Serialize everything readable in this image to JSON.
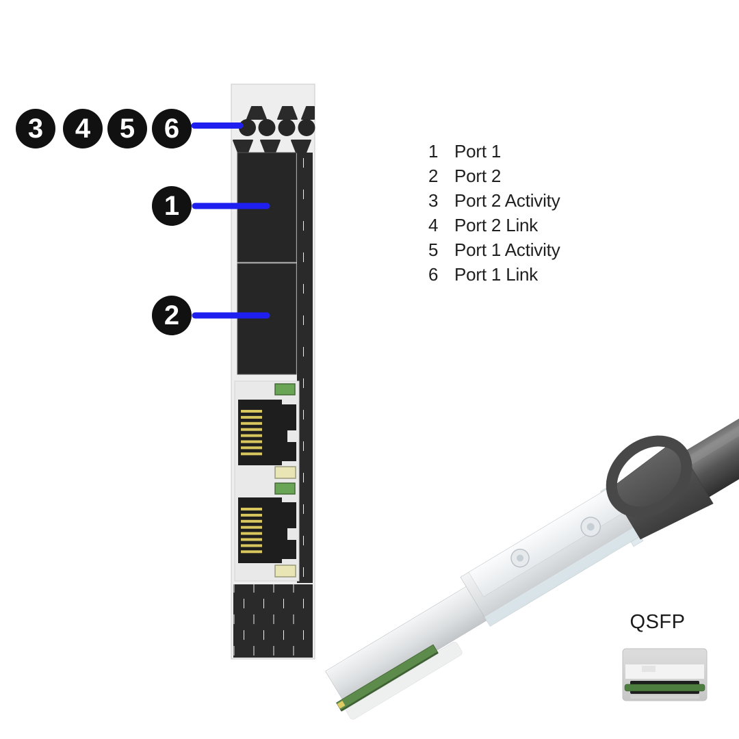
{
  "colors": {
    "accent_blue": "#1f1ff0",
    "callout_bg": "#111111",
    "callout_text": "#ffffff",
    "panel_bg": "#eeeeee",
    "vent_dark": "#2a2a2a",
    "port_black": "#262626",
    "led_green": "#6aa455",
    "led_amber": "#e9e5b4",
    "pin_gold": "#d8c65e",
    "pcb_green": "#5d8b4b",
    "boot_gray": "#4a4a4a",
    "body_silver": "#d9dcde"
  },
  "callouts": {
    "c1": "1",
    "c2": "2",
    "c3": "3",
    "c4": "4",
    "c5": "5",
    "c6": "6"
  },
  "legend": {
    "items": [
      {
        "number": "1",
        "label": "Port 1"
      },
      {
        "number": "2",
        "label": "Port 2"
      },
      {
        "number": "3",
        "label": "Port 2 Activity"
      },
      {
        "number": "4",
        "label": "Port 2 Link"
      },
      {
        "number": "5",
        "label": "Port 1 Activity"
      },
      {
        "number": "6",
        "label": "Port 1 Link"
      }
    ]
  },
  "connector": {
    "label": "QSFP"
  },
  "icons": {
    "faceplate-illustration": "vector-shape",
    "hex-vent-icon": "honeycomb-pattern",
    "led-indicator-icon": "circle",
    "qsfp-cable-illustration": "vector-shape",
    "pull-tab-ring-icon": "ellipse-ring",
    "qsfp-face-icon": "vector-shape"
  }
}
